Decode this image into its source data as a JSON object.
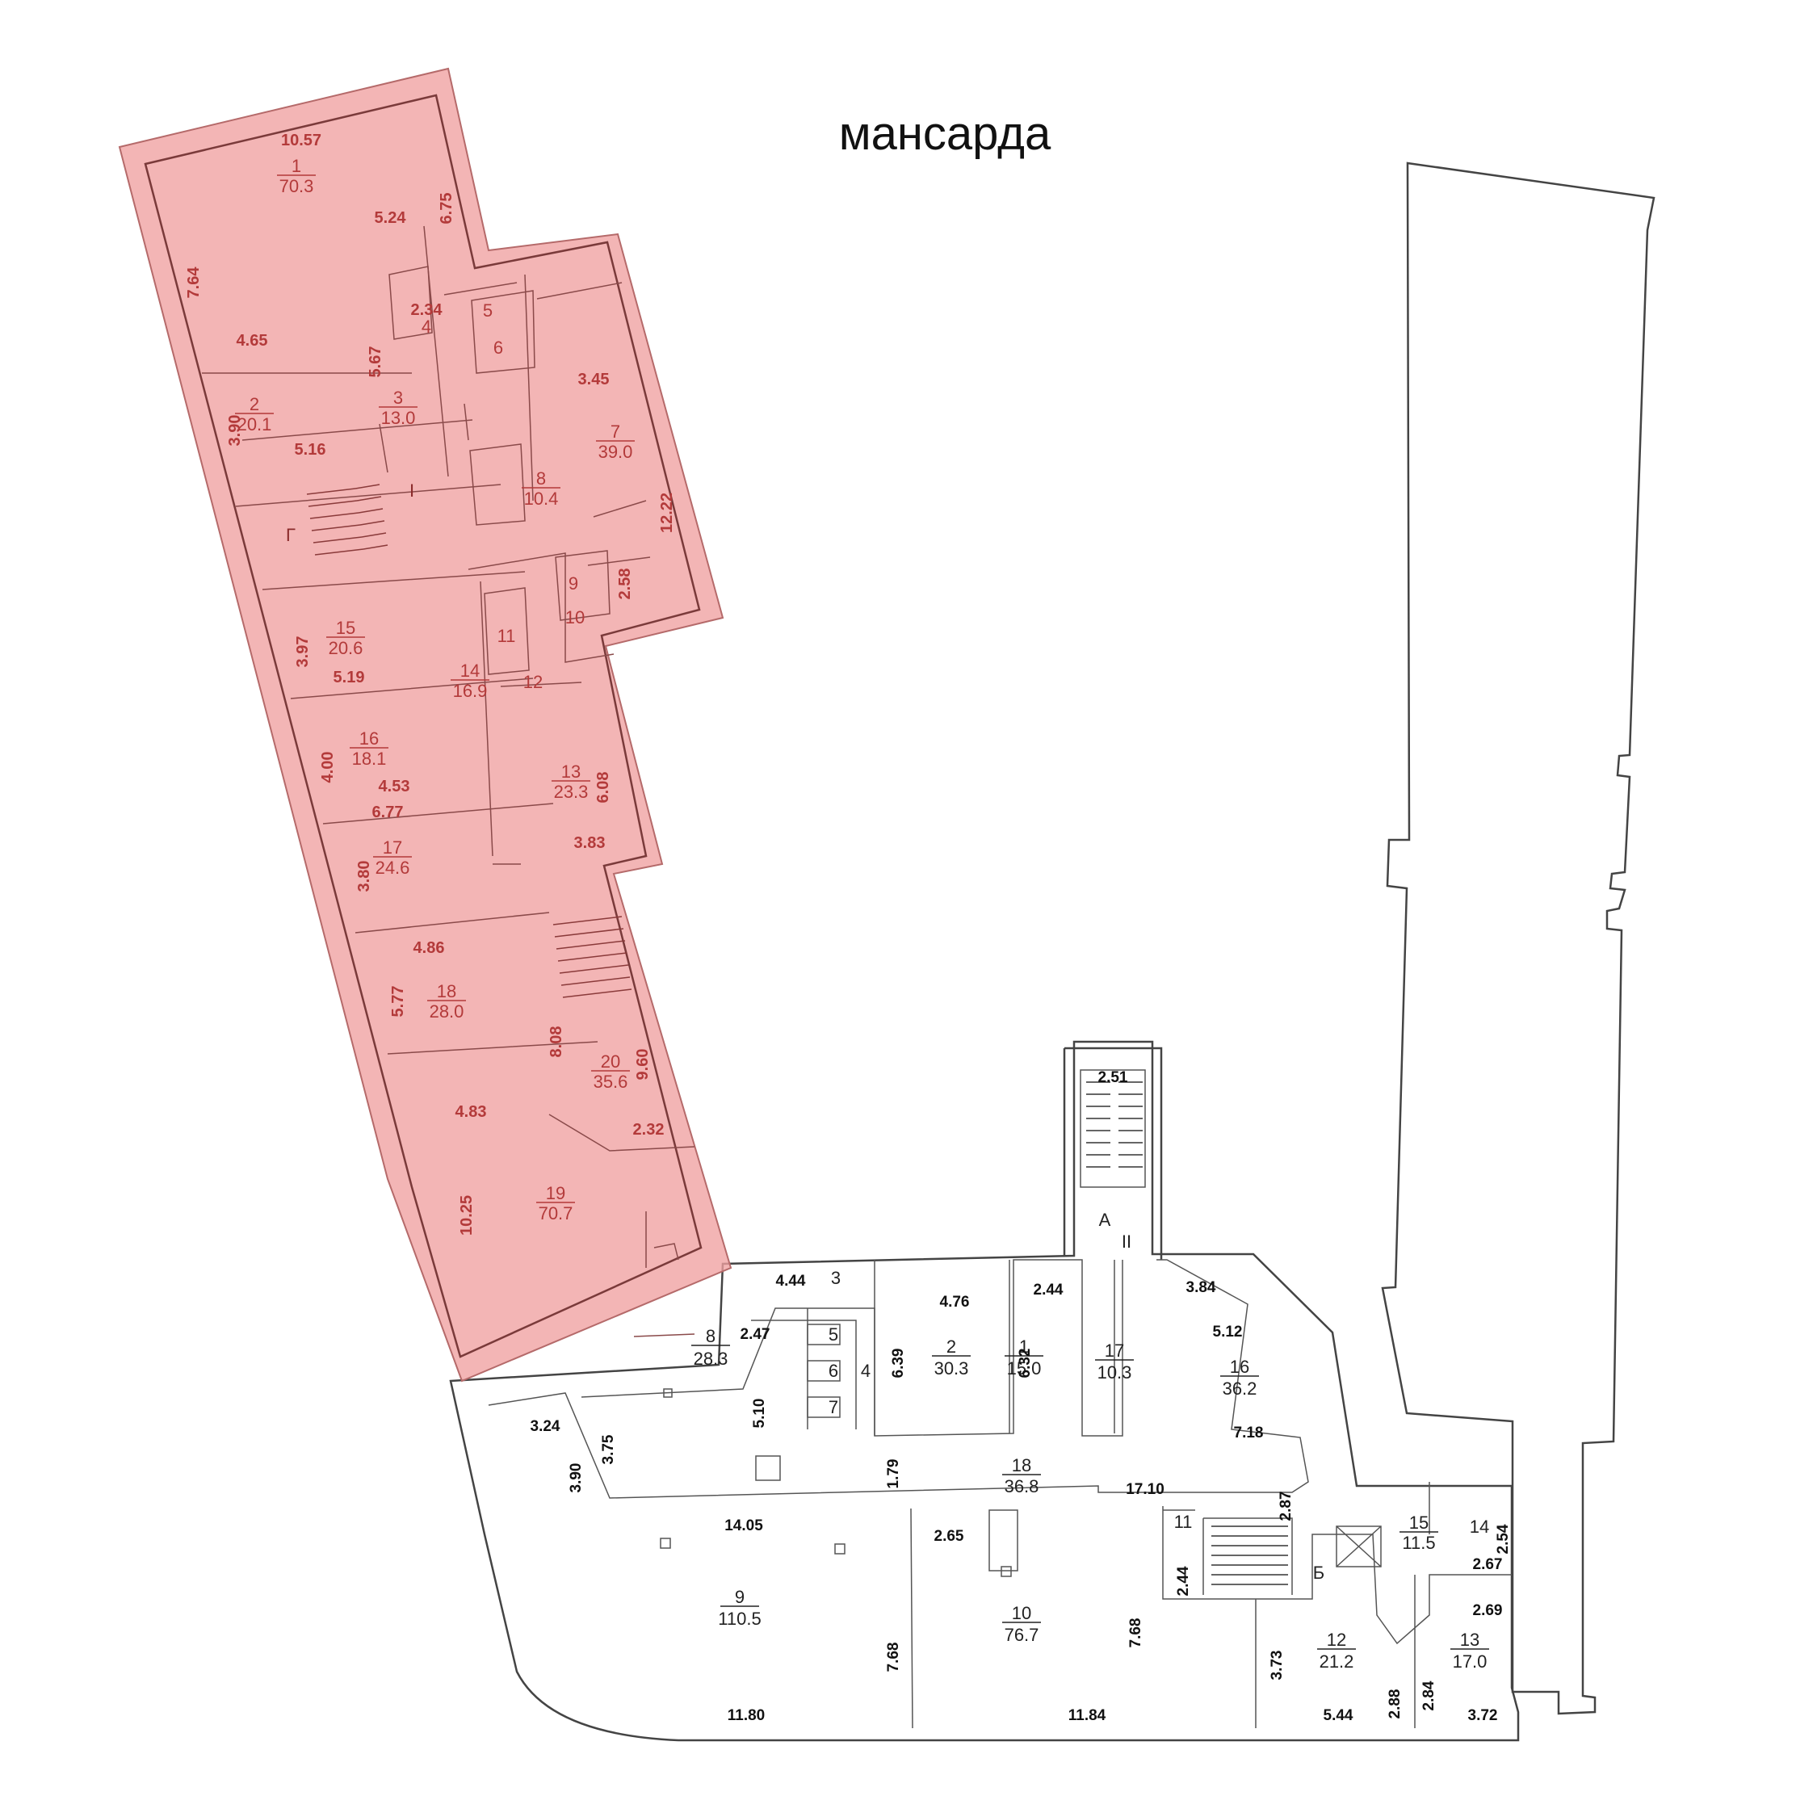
{
  "title": "мансарда",
  "colors": {
    "highlight": "#f0a0a0",
    "wall": "#444444",
    "red_text": "#b33a3a"
  },
  "mansard": {
    "rooms": [
      {
        "num": "1",
        "area": "70.3"
      },
      {
        "num": "2",
        "area": "20.1"
      },
      {
        "num": "3",
        "area": "13.0"
      },
      {
        "num": "4"
      },
      {
        "num": "5"
      },
      {
        "num": "6"
      },
      {
        "num": "7",
        "area": "39.0"
      },
      {
        "num": "8",
        "area": "10.4"
      },
      {
        "num": "9"
      },
      {
        "num": "10"
      },
      {
        "num": "11"
      },
      {
        "num": "12"
      },
      {
        "num": "13",
        "area": "23.3"
      },
      {
        "num": "14",
        "area": "16.9"
      },
      {
        "num": "15",
        "area": "20.6"
      },
      {
        "num": "16",
        "area": "18.1"
      },
      {
        "num": "17",
        "area": "24.6"
      },
      {
        "num": "18",
        "area": "28.0"
      },
      {
        "num": "19",
        "area": "70.7"
      },
      {
        "num": "20",
        "area": "35.6"
      }
    ],
    "labels": [
      "I",
      "Г"
    ],
    "dims": [
      "10.57",
      "6.75",
      "5.24",
      "7.64",
      "4.65",
      "2.34",
      "5.67",
      "3.45",
      "3.90",
      "5.16",
      "12.22",
      "2.58",
      "3.97",
      "5.19",
      "4.00",
      "4.53",
      "6.08",
      "6.77",
      "3.80",
      "3.83",
      "4.86",
      "5.77",
      "8.08",
      "9.60",
      "4.83",
      "2.32",
      "10.25"
    ]
  },
  "lower": {
    "rooms": [
      {
        "num": "1",
        "area": "15.0"
      },
      {
        "num": "2",
        "area": "30.3"
      },
      {
        "num": "3"
      },
      {
        "num": "4"
      },
      {
        "num": "5"
      },
      {
        "num": "6"
      },
      {
        "num": "7"
      },
      {
        "num": "8",
        "area": "28.3"
      },
      {
        "num": "9",
        "area": "110.5"
      },
      {
        "num": "10",
        "area": "76.7"
      },
      {
        "num": "11"
      },
      {
        "num": "12",
        "area": "21.2"
      },
      {
        "num": "13",
        "area": "17.0"
      },
      {
        "num": "14"
      },
      {
        "num": "15",
        "area": "11.5"
      },
      {
        "num": "16",
        "area": "36.2"
      },
      {
        "num": "17",
        "area": "10.3"
      },
      {
        "num": "18",
        "area": "36.8"
      }
    ],
    "labels": [
      "А",
      "II",
      "Б"
    ],
    "dims": [
      "2.51",
      "4.44",
      "4.76",
      "2.44",
      "3.84",
      "5.12",
      "2.47",
      "6.39",
      "6.32",
      "7.18",
      "3.24",
      "3.90",
      "3.75",
      "5.10",
      "1.79",
      "17.10",
      "2.87",
      "14.05",
      "2.65",
      "2.44",
      "2.54",
      "2.67",
      "2.69",
      "7.68",
      "7.68",
      "3.73",
      "2.88",
      "2.84",
      "11.80",
      "11.84",
      "5.44",
      "3.72"
    ]
  }
}
